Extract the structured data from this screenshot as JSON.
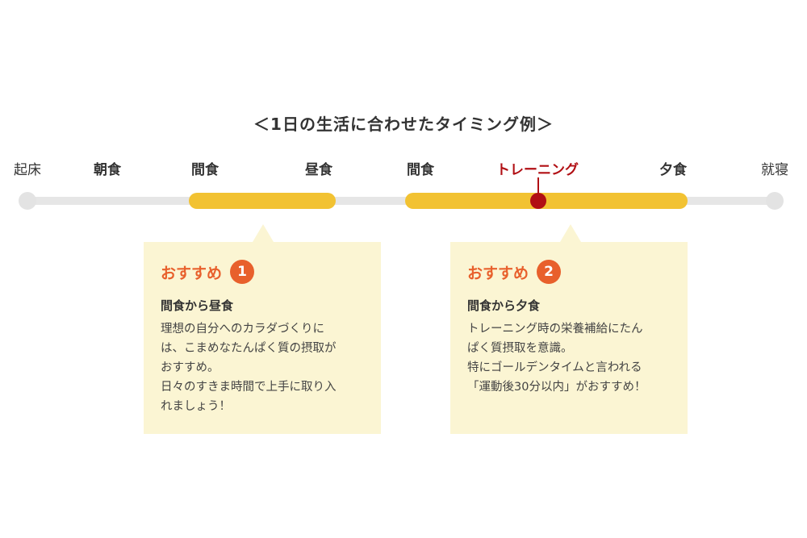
{
  "title": "＜1日の生活に合わせたタイミング例＞",
  "colors": {
    "accent_yellow": "#f2c232",
    "marker_red": "#b10f14",
    "track_gray": "#e6e6e6",
    "card_bg": "#fbf5d3",
    "recommend_orange": "#e8602c",
    "text_dark": "#333333"
  },
  "timeline": {
    "labels": [
      {
        "text": "起床",
        "weight": "normal"
      },
      {
        "text": "朝食",
        "weight": "bold"
      },
      {
        "text": "間食",
        "weight": "bold"
      },
      {
        "text": "昼食",
        "weight": "bold"
      },
      {
        "text": "間食",
        "weight": "bold"
      },
      {
        "text": "トレーニング",
        "weight": "highlight"
      },
      {
        "text": "夕食",
        "weight": "bold"
      },
      {
        "text": "就寝",
        "weight": "normal"
      }
    ]
  },
  "cards": [
    {
      "recommend_label": "おすすめ",
      "number": "1",
      "subtitle": "間食から昼食",
      "body_lines": [
        "理想の自分へのカラダづくりに",
        "は、こまめなたんぱく質の摂取が",
        "おすすめ。",
        "日々のすきま時間で上手に取り入",
        "れましょう！"
      ]
    },
    {
      "recommend_label": "おすすめ",
      "number": "2",
      "subtitle": "間食から夕食",
      "body_lines": [
        "トレーニング時の栄養補給にたん",
        "ぱく質摂取を意識。",
        "特にゴールデンタイムと言われる",
        "「運動後30分以内」がおすすめ！"
      ]
    }
  ]
}
